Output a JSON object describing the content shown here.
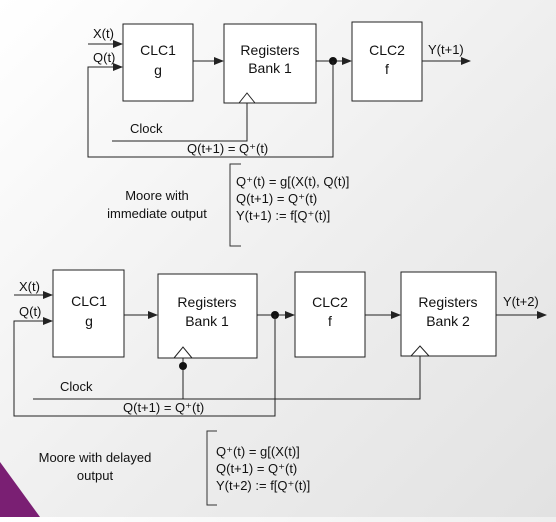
{
  "diagram1": {
    "input_x": "X(t)",
    "input_q": "Q(t)",
    "clc1": {
      "name": "CLC1",
      "func": "g"
    },
    "registers": {
      "line1": "Registers",
      "line2": "Bank 1"
    },
    "clc2": {
      "name": "CLC2",
      "func": "f"
    },
    "output": "Y(t+1)",
    "clock": "Clock",
    "feedback": "Q(t+1) = Q⁺(t)",
    "caption": [
      "Moore with",
      "immediate output"
    ],
    "equations": [
      "Q⁺(t) = g[(X(t), Q(t)]",
      "Q(t+1) = Q⁺(t)",
      "Y(t+1) := f[Q⁺(t)]"
    ]
  },
  "diagram2": {
    "input_x": "X(t)",
    "input_q": "Q(t)",
    "clc1": {
      "name": "CLC1",
      "func": "g"
    },
    "registers1": {
      "line1": "Registers",
      "line2": "Bank 1"
    },
    "clc2": {
      "name": "CLC2",
      "func": "f"
    },
    "registers2": {
      "line1": "Registers",
      "line2": "Bank 2"
    },
    "output": "Y(t+2)",
    "clock": "Clock",
    "feedback": "Q(t+1) = Q⁺(t)",
    "caption": [
      "Moore with delayed",
      "output"
    ],
    "equations": [
      "Q⁺(t) = g[(X(t)]",
      "Q(t+1) = Q⁺(t)",
      "Y(t+2) := f[Q⁺(t)]"
    ]
  },
  "colors": {
    "accent_corner": "#7a1f73",
    "line": "#222222",
    "box_fill": "#ffffff"
  }
}
